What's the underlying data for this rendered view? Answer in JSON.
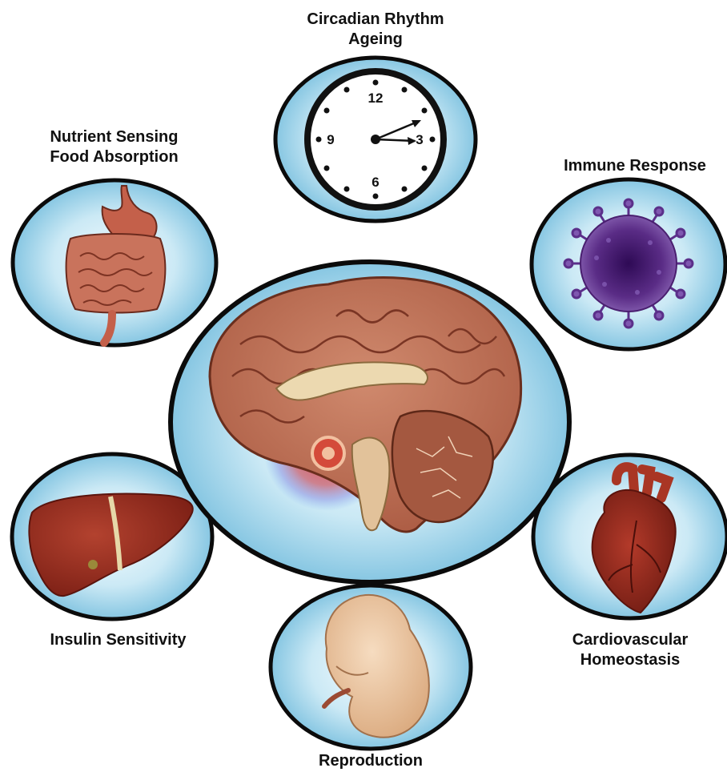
{
  "labels": {
    "circadian": [
      "Circadian Rhythm",
      "Ageing"
    ],
    "nutrient": [
      "Nutrient Sensing",
      "Food Absorption"
    ],
    "immune": [
      "Immune Response"
    ],
    "insulin": [
      "Insulin Sensitivity"
    ],
    "cardio": [
      "Cardiovascular",
      "Homeostasis"
    ],
    "reproduction": [
      "Reproduction"
    ]
  },
  "clock": {
    "numerals": [
      "12",
      "3",
      "6",
      "9"
    ]
  },
  "colors": {
    "circle_outline": "#0b0b0b",
    "circle_fill_center": "#eaf7fc",
    "circle_fill_edge": "#8fcbe4",
    "brain": "#b9674e",
    "hypothalamus_glow": "#d02b2b",
    "virus": "#4b1f73",
    "organ_red": "#9b2a1c",
    "fetus": "#e9c29c"
  },
  "icons": [
    "clock-icon",
    "digestive-system-icon",
    "virus-icon",
    "brain-icon",
    "liver-icon",
    "heart-icon",
    "fetus-icon"
  ]
}
